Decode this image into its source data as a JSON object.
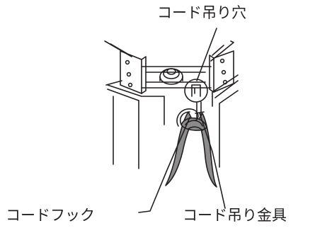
{
  "callouts": {
    "cord_hanging_hole": "コード吊り穴",
    "cord_hook": "コードフック",
    "cord_hanging_bracket": "コード吊り金具"
  },
  "colors": {
    "line": "#231f20",
    "cord_fill": "#8c8c8c",
    "background": "#ffffff"
  }
}
